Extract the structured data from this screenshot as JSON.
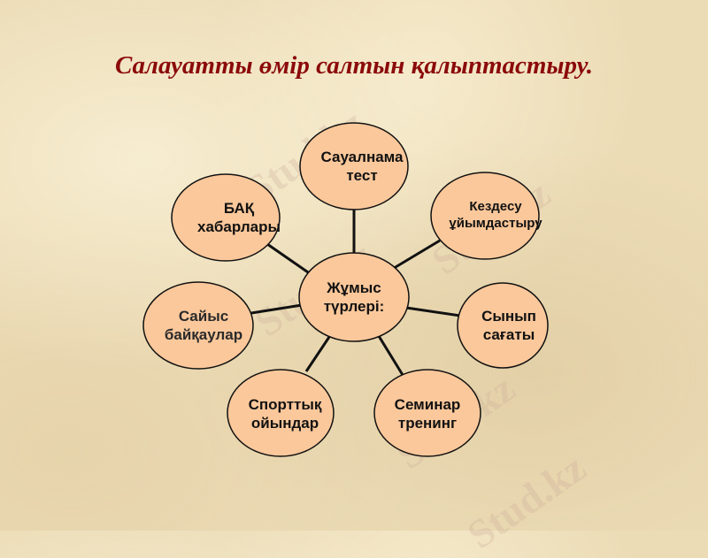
{
  "title": "Салауатты өмір салтын қалыптастыру.",
  "colors": {
    "title": "#8b0a0a",
    "node_fill": "#fbc89b",
    "node_stroke": "#111111",
    "background": "#ecdcb6"
  },
  "diagram": {
    "center": {
      "label": "Жұмыс\nтүрлері:"
    },
    "nodes": [
      {
        "label": "Сауалнама\nтест"
      },
      {
        "label": "Кездесу\nұйымдастыру"
      },
      {
        "label": "Сынып\nсағаты"
      },
      {
        "label": "Семинар\nтренинг"
      },
      {
        "label": "Спорттық\nойындар"
      },
      {
        "label": "Сайыс\nбайқаулар"
      },
      {
        "label": "БАҚ\nхабарлары"
      }
    ]
  },
  "watermark": "Stud.kz"
}
